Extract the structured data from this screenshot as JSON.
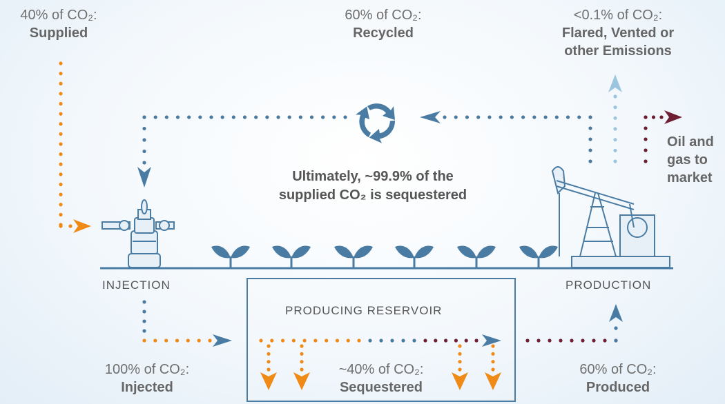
{
  "labels": {
    "supplied": {
      "pct": "40% of CO₂:",
      "value": "Supplied"
    },
    "recycled": {
      "pct": "60% of CO₂:",
      "value": "Recycled"
    },
    "emissions": {
      "pct": "<0.1% of CO₂:",
      "value_line1": "Flared, Vented or",
      "value_line2": "other Emissions"
    },
    "oil_gas": {
      "line1": "Oil and",
      "line2": "gas to",
      "line3": "market"
    },
    "injected": {
      "pct": "100% of CO₂:",
      "value": "Injected"
    },
    "sequestered": {
      "pct": "~40% of CO₂:",
      "value": "Sequestered"
    },
    "produced": {
      "pct": "60% of CO₂:",
      "value": "Produced"
    }
  },
  "center": {
    "line1": "Ultimately, ~99.9% of the",
    "line2": "supplied CO₂ is sequestered"
  },
  "sections": {
    "injection": "INJECTION",
    "production": "PRODUCTION",
    "reservoir": "PRODUCING RESERVOIR"
  },
  "colors": {
    "blue": "#4a7ca3",
    "orange": "#ef8a17",
    "maroon": "#6e1f33",
    "light_blue": "#9cc6df",
    "ground": "#4a7ca3"
  },
  "icons": [
    "recycle-icon",
    "injection-valve-icon",
    "pumpjack-icon",
    "sprout-icon"
  ]
}
